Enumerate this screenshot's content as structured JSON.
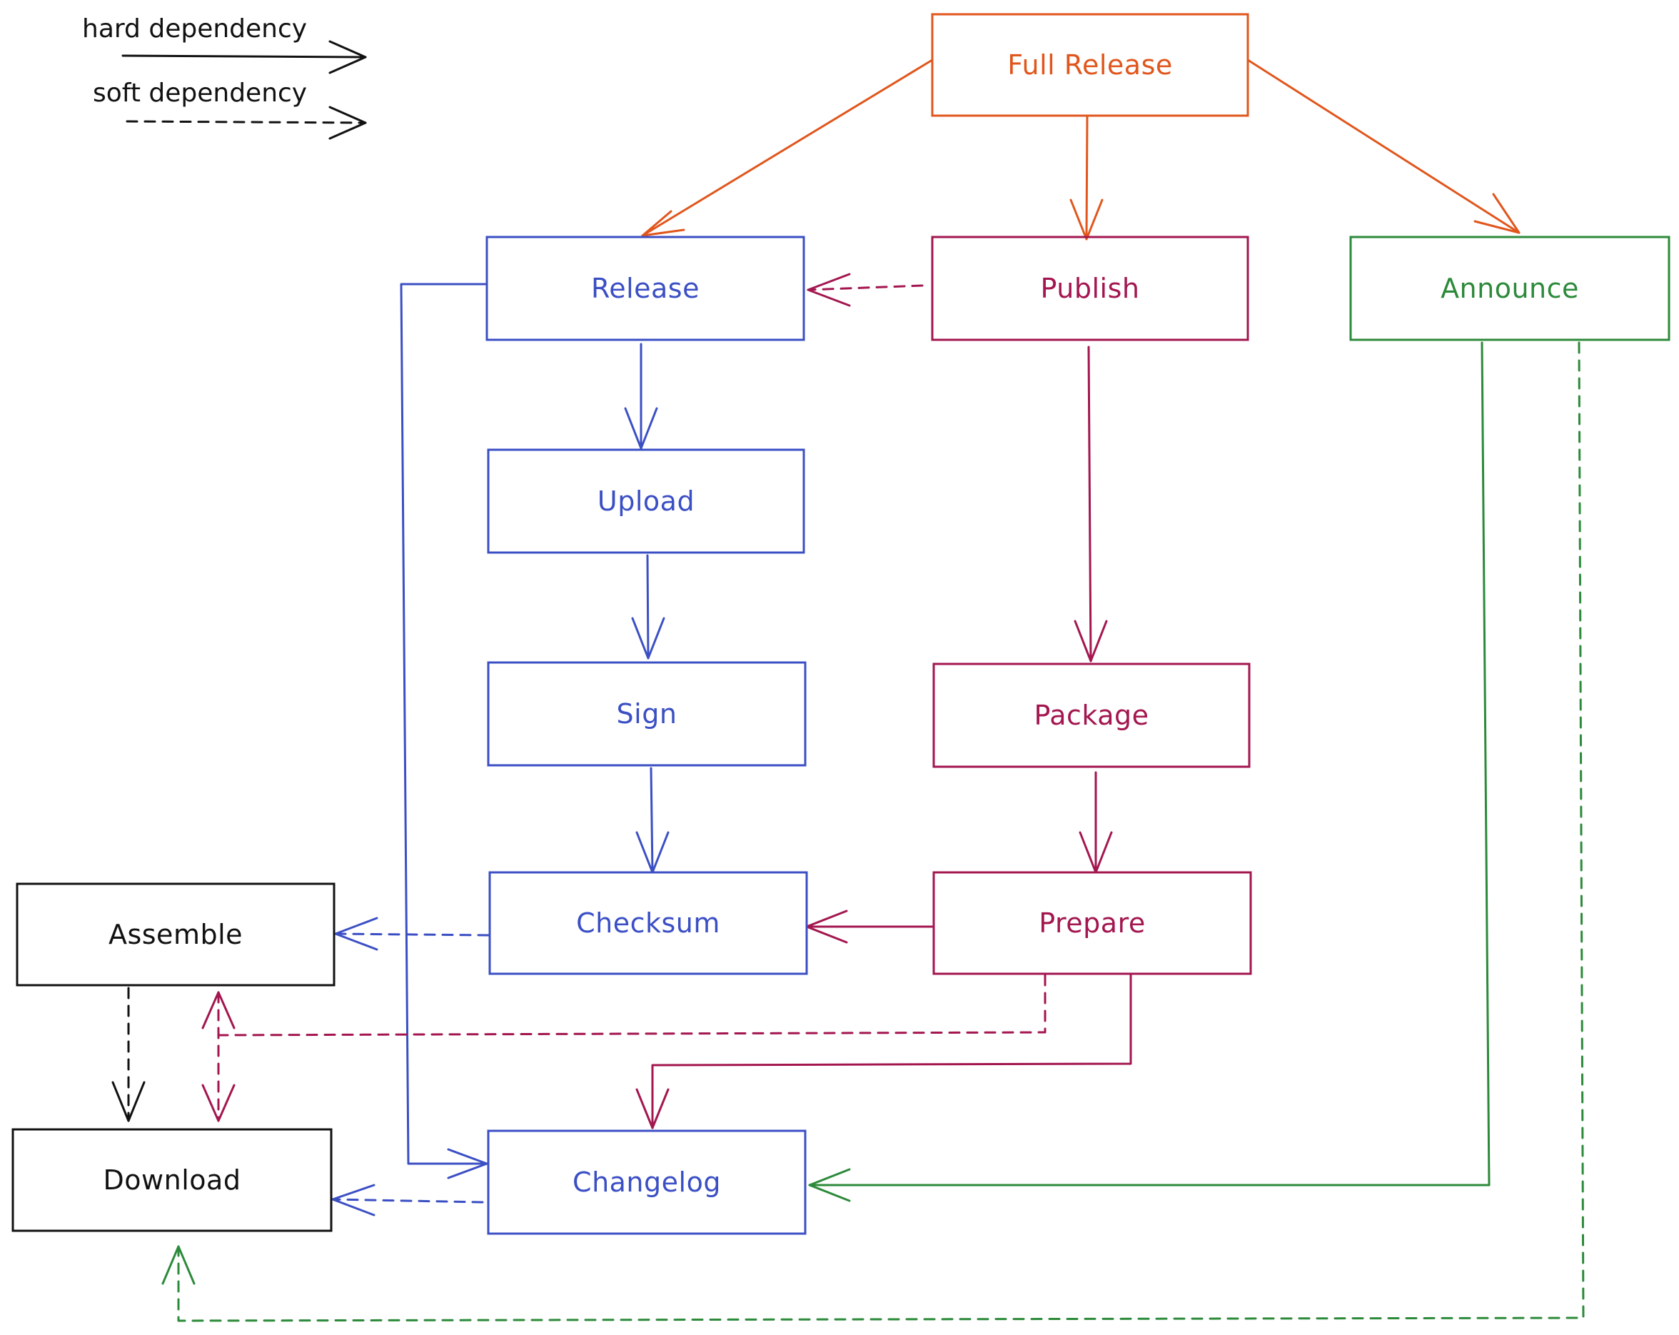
{
  "legend": {
    "hard_label": "hard dependency",
    "soft_label": "soft dependency"
  },
  "colors": {
    "orange": "#e0561c",
    "blue": "#3b4fc4",
    "crimson": "#a3164f",
    "green": "#2c8a3a",
    "black": "#111111"
  },
  "nodes": {
    "full_release": {
      "label": "Full Release",
      "color": "orange"
    },
    "release": {
      "label": "Release",
      "color": "blue"
    },
    "publish": {
      "label": "Publish",
      "color": "crimson"
    },
    "announce": {
      "label": "Announce",
      "color": "green"
    },
    "upload": {
      "label": "Upload",
      "color": "blue"
    },
    "sign": {
      "label": "Sign",
      "color": "blue"
    },
    "package": {
      "label": "Package",
      "color": "crimson"
    },
    "checksum": {
      "label": "Checksum",
      "color": "blue"
    },
    "prepare": {
      "label": "Prepare",
      "color": "crimson"
    },
    "assemble": {
      "label": "Assemble",
      "color": "black"
    },
    "download": {
      "label": "Download",
      "color": "black"
    },
    "changelog": {
      "label": "Changelog",
      "color": "blue"
    }
  },
  "edges": [
    {
      "from": "full_release",
      "to": "release",
      "type": "hard",
      "color": "orange"
    },
    {
      "from": "full_release",
      "to": "publish",
      "type": "hard",
      "color": "orange"
    },
    {
      "from": "full_release",
      "to": "announce",
      "type": "hard",
      "color": "orange"
    },
    {
      "from": "publish",
      "to": "release",
      "type": "soft",
      "color": "crimson"
    },
    {
      "from": "release",
      "to": "upload",
      "type": "hard",
      "color": "blue"
    },
    {
      "from": "upload",
      "to": "sign",
      "type": "hard",
      "color": "blue"
    },
    {
      "from": "sign",
      "to": "checksum",
      "type": "hard",
      "color": "blue"
    },
    {
      "from": "release",
      "to": "changelog",
      "type": "hard",
      "color": "blue"
    },
    {
      "from": "publish",
      "to": "package",
      "type": "hard",
      "color": "crimson"
    },
    {
      "from": "package",
      "to": "prepare",
      "type": "hard",
      "color": "crimson"
    },
    {
      "from": "prepare",
      "to": "checksum",
      "type": "hard",
      "color": "crimson"
    },
    {
      "from": "prepare",
      "to": "changelog",
      "type": "hard",
      "color": "crimson"
    },
    {
      "from": "prepare",
      "to": "assemble",
      "type": "soft",
      "color": "crimson"
    },
    {
      "from": "prepare",
      "to": "download",
      "type": "soft",
      "color": "crimson"
    },
    {
      "from": "checksum",
      "to": "assemble",
      "type": "soft",
      "color": "blue"
    },
    {
      "from": "assemble",
      "to": "download",
      "type": "soft",
      "color": "black"
    },
    {
      "from": "changelog",
      "to": "download",
      "type": "soft",
      "color": "blue"
    },
    {
      "from": "announce",
      "to": "changelog",
      "type": "hard",
      "color": "green"
    },
    {
      "from": "announce",
      "to": "download",
      "type": "soft",
      "color": "green"
    }
  ]
}
